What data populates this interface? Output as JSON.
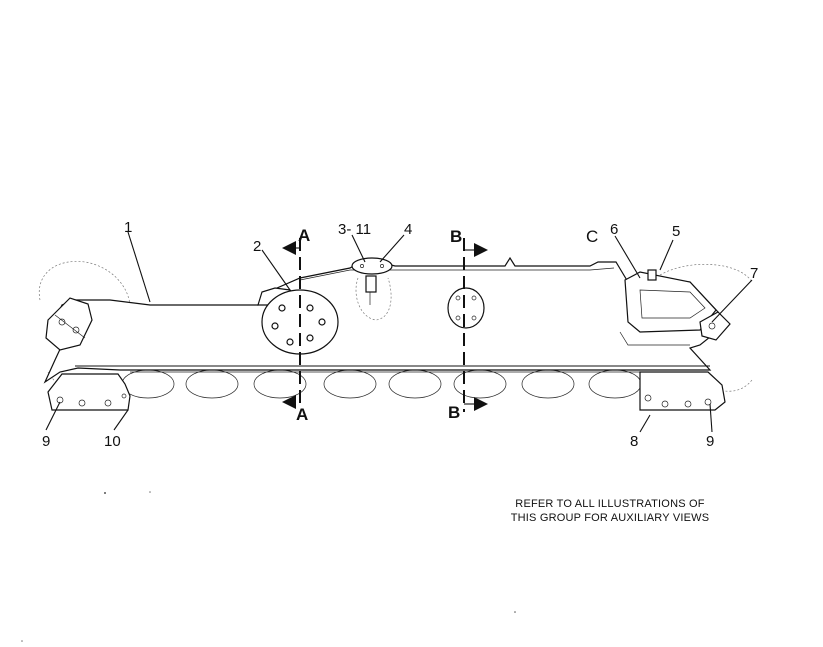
{
  "callouts": {
    "c1": "1",
    "c2": "2",
    "c3": "3- 11",
    "c4": "4",
    "c5": "5",
    "c6": "6",
    "c7": "7",
    "c8": "8",
    "c9_left": "9",
    "c9_right": "9",
    "c10": "10"
  },
  "sections": {
    "a_top": "A",
    "a_bottom": "A",
    "b_top": "B",
    "b_bottom": "B",
    "c": "C"
  },
  "note": {
    "line1": "REFER TO ALL ILLUSTRATIONS OF",
    "line2": "THIS GROUP FOR AUXILIARY VIEWS"
  }
}
